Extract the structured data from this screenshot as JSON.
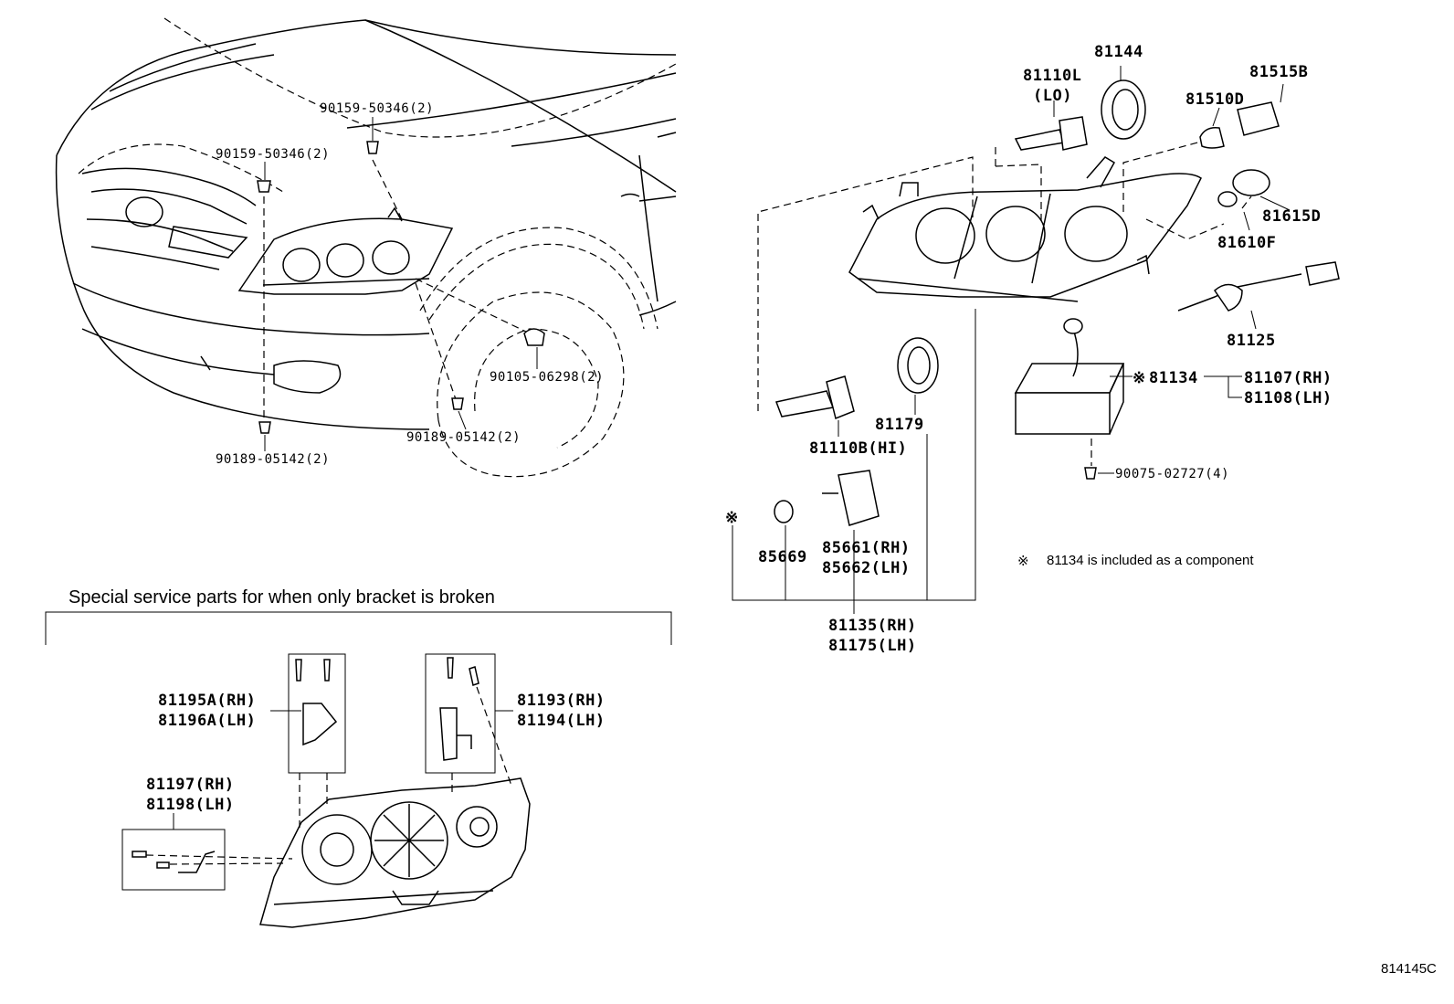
{
  "car_view": {
    "labels": {
      "bolt_upper_right": "90159-50346(2)",
      "bolt_upper_left": "90159-50346(2)",
      "screw_fender": "90105-06298(2)",
      "clip_right": "90189-05142(2)",
      "clip_left": "90189-05142(2)"
    }
  },
  "exploded_view": {
    "labels": {
      "p81144": "81144",
      "p81110l": "81110L",
      "p81110l_sub": "(LO)",
      "p81515b": "81515B",
      "p81510d": "81510D",
      "p81615d": "81615D",
      "p81610f": "81610F",
      "p81125": "81125",
      "p81134": "81134",
      "p81107": "81107(RH)",
      "p81108": "81108(LH)",
      "p90075": "90075-02727(4)",
      "p81179": "81179",
      "p81110b": "81110B(HI)",
      "p85669": "85669",
      "p85661": "85661(RH)",
      "p85662": "85662(LH)",
      "p81135": "81135(RH)",
      "p81175": "81175(LH)",
      "ref_mark": "※"
    },
    "note": {
      "mark": "※",
      "text": "81134 is included as a component"
    }
  },
  "bracket_section": {
    "title": "Special service parts for when only bracket is broken",
    "labels": {
      "p81195a": "81195A(RH)",
      "p81196a": "81196A(LH)",
      "p81193": "81193(RH)",
      "p81194": "81194(LH)",
      "p81197": "81197(RH)",
      "p81198": "81198(LH)"
    }
  },
  "figure_code": "814145C"
}
